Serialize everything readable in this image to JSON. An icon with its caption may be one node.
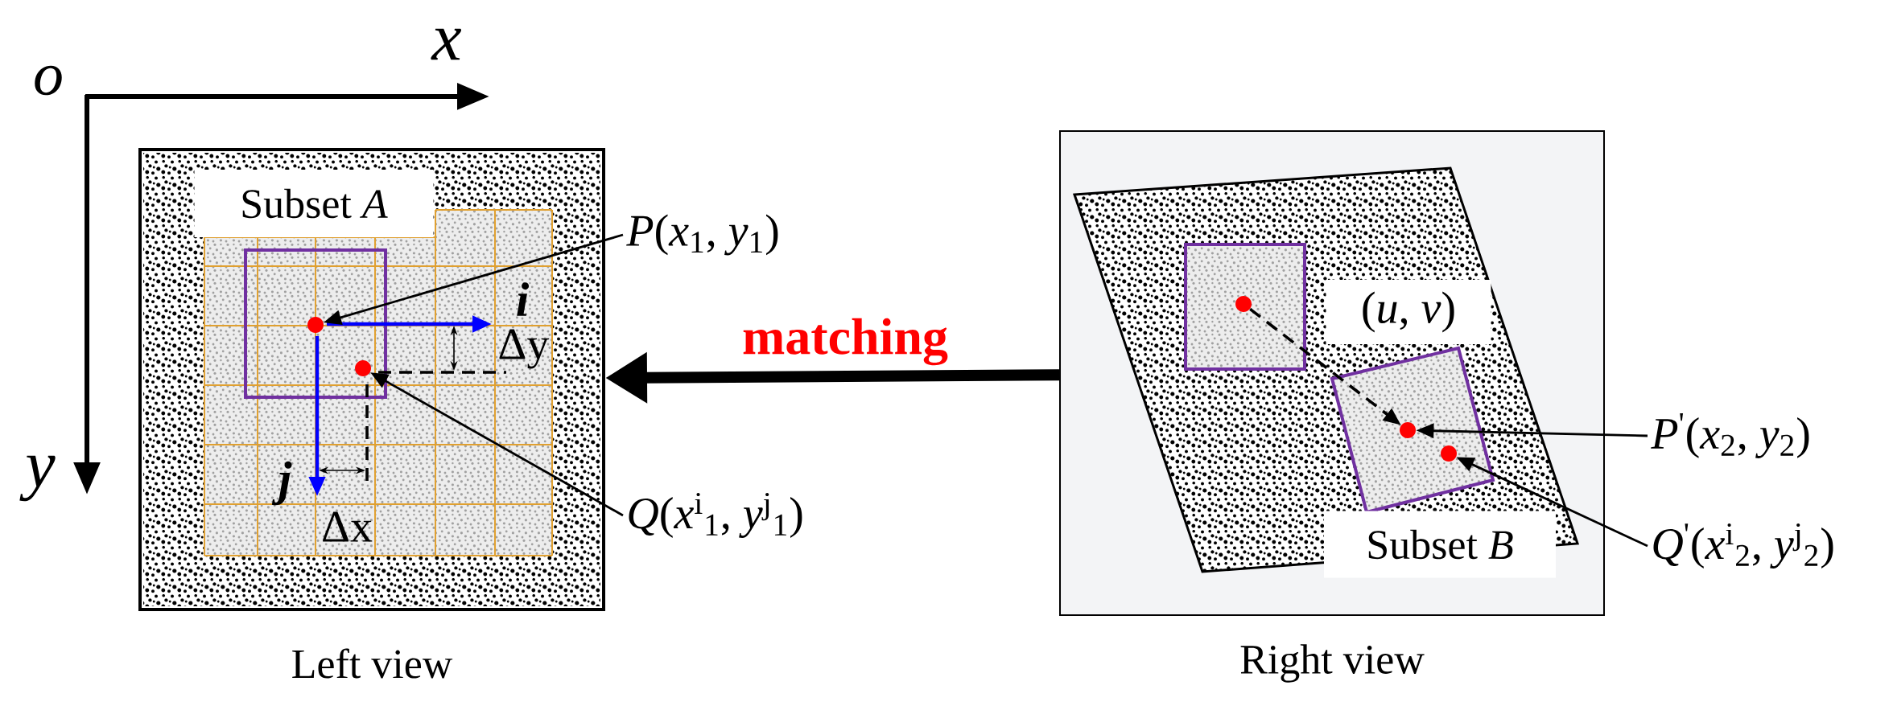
{
  "diagram": {
    "nodes": [
      {
        "text": [
          "Left view"
        ]
      },
      {
        "text": [],
        "shape": "circle",
        "in": 0
      },
      {
        "text": [],
        "shape": "circle",
        "in": 0
      },
      {
        "text": [
          "*P*(*x*$_{1}$, *y*$_{1}$)"
        ]
      },
      {
        "text": [
          "*Q*(*x*$^{i}$$_{1}$, *y*$^{j}$$_{1}$)"
        ]
      },
      {
        "text": [
          "Right view"
        ]
      },
      {
        "text": [],
        "shape": "circle",
        "in": 5
      },
      {
        "text": [],
        "shape": "circle",
        "in": 5
      },
      {
        "text": [],
        "shape": "circle",
        "in": 5
      },
      {
        "text": [
          "*P*$^{'}$(*x*$_{2}$, *y*$_{2}$)"
        ]
      },
      {
        "text": [
          "*Q*$^{'}$(*x*$^{i}$$_{2}$, *y*$^{j}$$_{2}$)"
        ]
      }
    ],
    "edges": [
      {
        "from": 3,
        "to": 1,
        "arrow": "to"
      },
      {
        "from": 4,
        "to": 2,
        "arrow": "to"
      },
      {
        "from": 5,
        "to": 0,
        "arrow": "to",
        "label": "matching",
        "style": "thick"
      },
      {
        "from": 6,
        "to": 7,
        "arrow": "to",
        "label": "(*u*, *v*)",
        "style": "dashed"
      },
      {
        "from": 9,
        "to": 7,
        "arrow": "to"
      },
      {
        "from": 10,
        "to": 8,
        "arrow": "to"
      }
    ],
    "labels": [
      "o",
      "x",
      "y",
      "Subset *A*",
      "i",
      "Δy",
      "j",
      "Δx",
      "Subset *B*"
    ]
  }
}
